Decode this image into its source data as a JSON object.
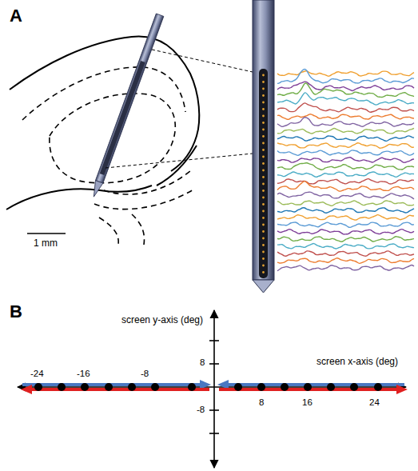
{
  "diagram": {
    "labels": [
      "A",
      "1 mm",
      "B",
      "screen y-axis (deg)",
      "8",
      "screen x-axis (deg)",
      "-24",
      "-16",
      "-8",
      "8",
      "16",
      "24",
      "-8"
    ]
  }
}
